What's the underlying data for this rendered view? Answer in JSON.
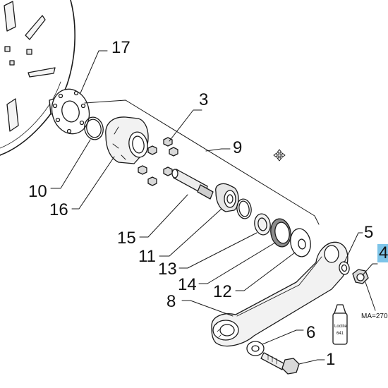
{
  "callouts": {
    "c17": "17",
    "c3": "3",
    "c9": "9",
    "c10": "10",
    "c16": "16",
    "c15": "15",
    "c11": "11",
    "c13": "13",
    "c14": "14",
    "c12": "12",
    "c5": "5",
    "c4": "4",
    "c8": "8",
    "c6": "6",
    "c1": "1"
  },
  "torque_note": "MA=270",
  "loctite": {
    "brand": "Loctite",
    "code": "641"
  },
  "colors": {
    "line": "#1a1a1a",
    "highlight": "#7dc4e8",
    "fill_light": "#f2f2f2",
    "fill_mid": "#d9d9d9",
    "fill_dark": "#8c8c8c"
  },
  "icons": {
    "cursor": "move-cursor-icon"
  }
}
